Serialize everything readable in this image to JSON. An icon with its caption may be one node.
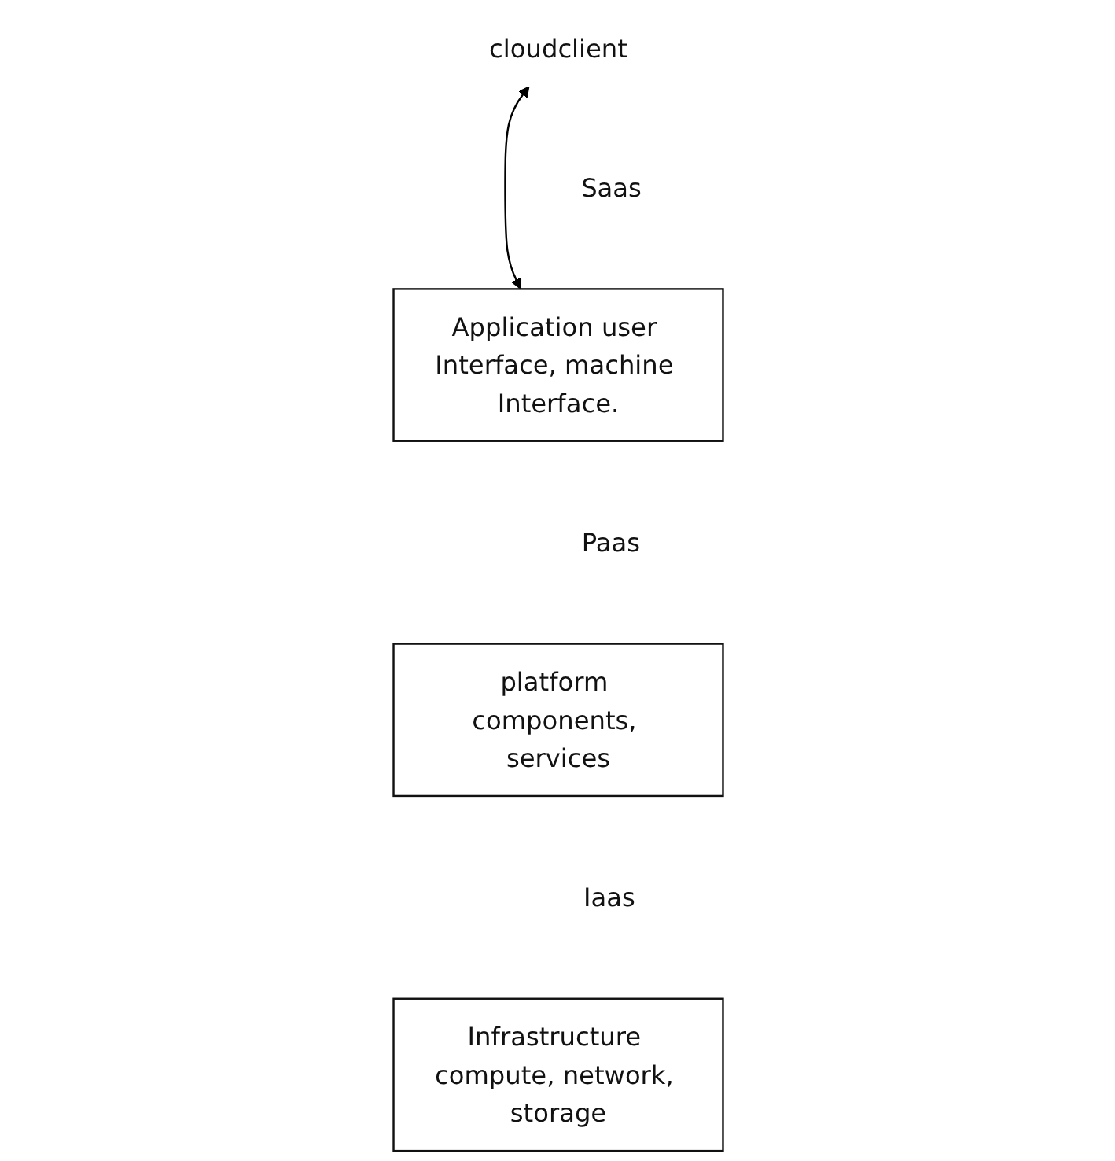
{
  "diagram": {
    "nodes": [
      {
        "text": [
          "cloudclient"
        ]
      },
      {
        "text": [
          "Application user Interface, machine Interface."
        ],
        "beside": [
          "Saas"
        ]
      },
      {
        "text": [
          "platform components, services"
        ],
        "beside": [
          "Paas"
        ]
      },
      {
        "text": [
          "Infrastructure compute, network, storage"
        ],
        "beside": [
          "Iaas"
        ]
      }
    ],
    "edges": [
      {
        "from": 0,
        "to": 1,
        "arrow": "both"
      }
    ]
  }
}
